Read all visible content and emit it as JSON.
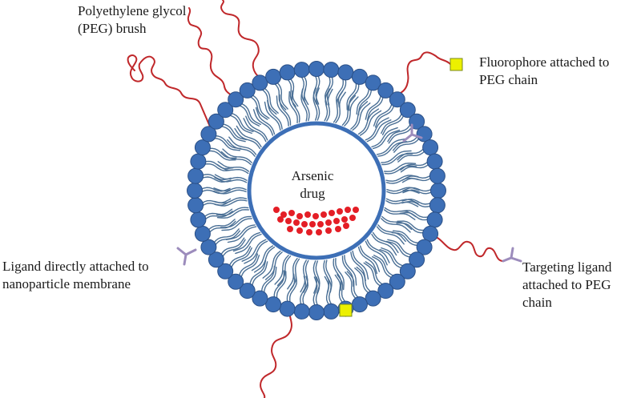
{
  "labels": {
    "peg_brush": [
      "Polyethylene glycol",
      "(PEG) brush"
    ],
    "fluorophore": [
      "Fluorophore attached to",
      "PEG chain"
    ],
    "drug": [
      "Arsenic",
      "drug"
    ],
    "ligand_direct": [
      "Ligand directly attached to",
      "nanoparticle membrane"
    ],
    "targeting_ligand": [
      "Targeting ligand",
      "attached to PEG",
      "chain"
    ]
  },
  "colors": {
    "head_fill": "#3d6fb6",
    "head_stroke": "#2a4f86",
    "tail": "#4a6f95",
    "peg": "#c0282b",
    "drug_dot": "#e41e26",
    "fluorophore_fill": "#ecf000",
    "fluorophore_stroke": "#7a8a1e",
    "ligand": "#9c8cbc",
    "text": "#1a1a1a"
  }
}
